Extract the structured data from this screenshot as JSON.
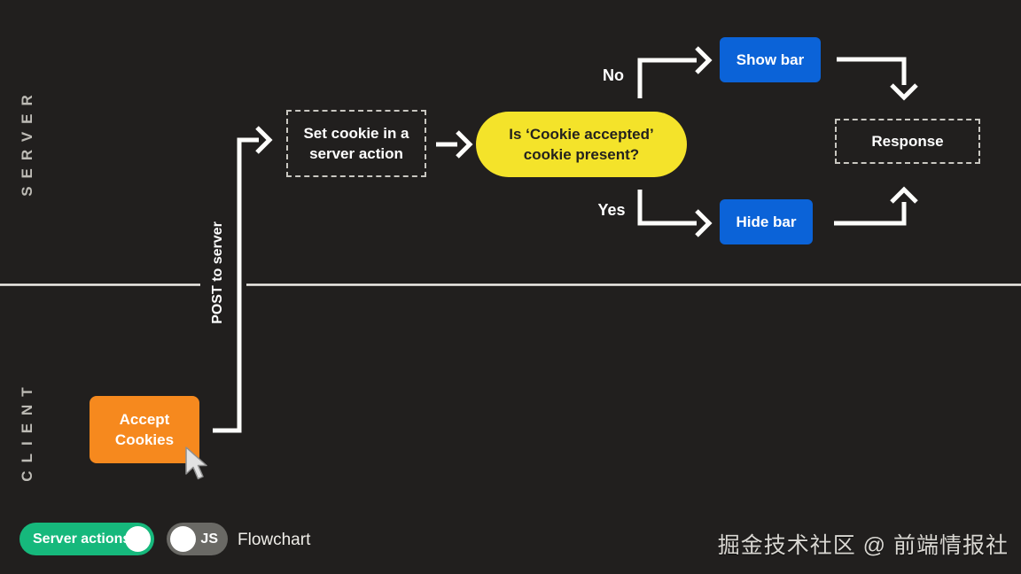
{
  "page": {
    "background": "#211f1e",
    "divider_color": "#f0eee9"
  },
  "lanes": {
    "server": "SERVER",
    "client": "CLIENT"
  },
  "flow": {
    "accept_cookies_label": "Accept\nCookies",
    "accept_cookies_color": "#f6891e",
    "post_arrow_label": "POST to server",
    "set_cookie_label": "Set cookie in a\nserver action",
    "decision_label": "Is ‘Cookie accepted’\ncookie present?",
    "decision_color": "#f4e32a",
    "branch_no_label": "No",
    "branch_yes_label": "Yes",
    "show_bar_label": "Show bar",
    "hide_bar_label": "Hide bar",
    "action_button_color": "#0b63d8",
    "response_label": "Response"
  },
  "controls": {
    "server_actions": {
      "label": "Server actions",
      "state": "on",
      "color": "#16b87c"
    },
    "js": {
      "label": "JS",
      "state": "off",
      "color": "#6a6965"
    },
    "flowchart_label": "Flowchart"
  },
  "watermark": "掘金技术社区 @ 前端情报社"
}
